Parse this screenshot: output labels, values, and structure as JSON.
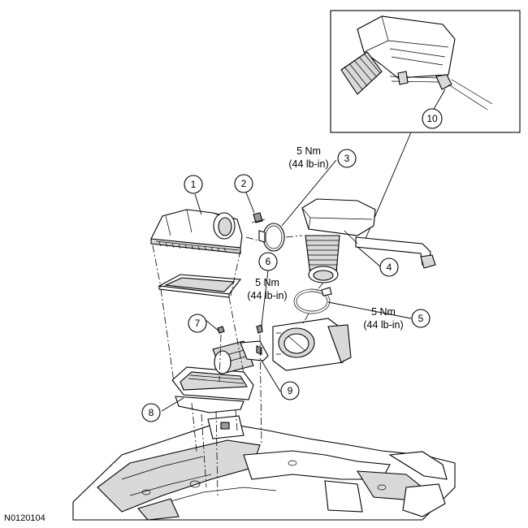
{
  "figure_id": "N0120104",
  "callouts": [
    {
      "number": "1"
    },
    {
      "number": "2"
    },
    {
      "number": "3"
    },
    {
      "number": "4"
    },
    {
      "number": "5"
    },
    {
      "number": "6"
    },
    {
      "number": "7"
    },
    {
      "number": "8"
    },
    {
      "number": "9"
    },
    {
      "number": "10"
    }
  ],
  "torque_specs": [
    {
      "callout": "3",
      "metric": "5 Nm",
      "imperial": "(44 lb-in)"
    },
    {
      "callout": "6",
      "metric": "5 Nm",
      "imperial": "(44 lb-in)"
    },
    {
      "callout": "5",
      "metric": "5 Nm",
      "imperial": "(44 lb-in)"
    }
  ],
  "colors": {
    "line": "#000000",
    "fill_light": "#d9d9d9",
    "fill_mid": "#9a9a9a",
    "background": "#ffffff"
  }
}
